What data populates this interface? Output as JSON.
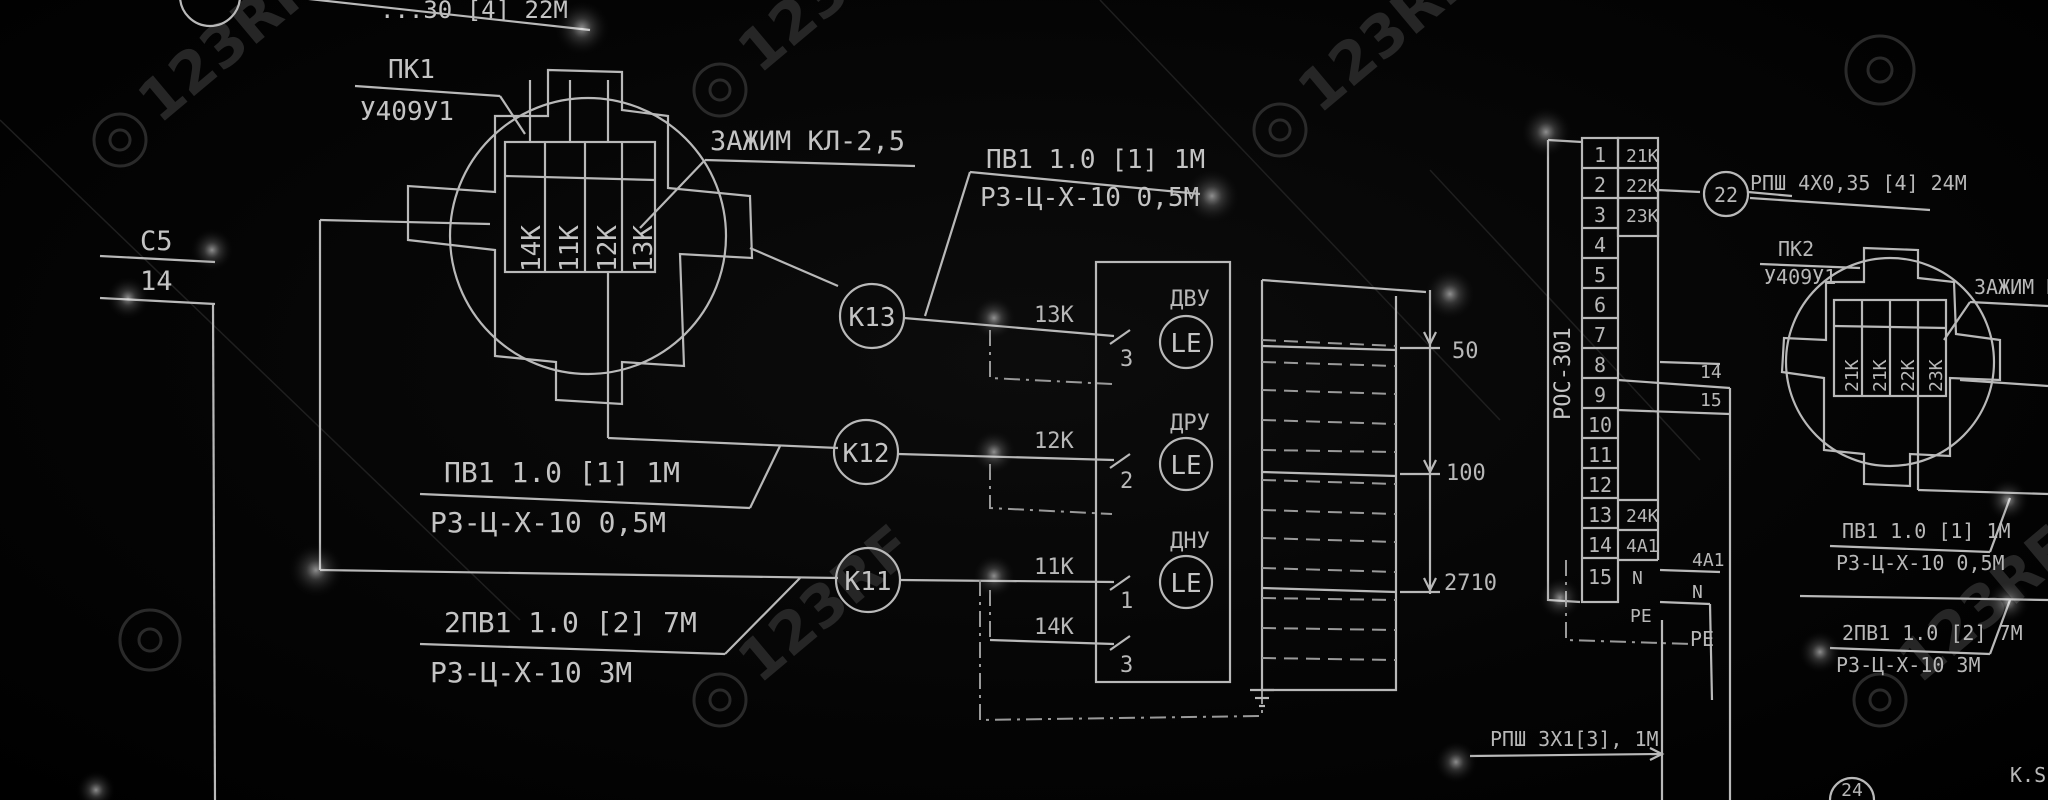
{
  "watermark": {
    "text": "123RF"
  },
  "left_block": {
    "top_cut": "...30 [4] 22M",
    "pk_label": "ПК1",
    "pk_model": "У409У1",
    "clamp_label": "ЗАЖИМ КЛ-2,5",
    "terminals": [
      "14K",
      "11K",
      "12K",
      "13K"
    ],
    "c5": "C5",
    "c14": "14",
    "cable1_line1": "ПВ1 1.0 [1] 1M",
    "cable1_line2": "РЗ-Ц-Х-10 0,5M",
    "cable2_line1": "2ПВ1 1.0 [2] 7M",
    "cable2_line2": "РЗ-Ц-Х-10 3M"
  },
  "mid_block": {
    "cable_top_line1": "ПВ1 1.0 [1] 1M",
    "cable_top_line2": "РЗ-Ц-Х-10 0,5M",
    "nodes": [
      "K13",
      "K12",
      "K11"
    ],
    "wires": [
      "13K",
      "12K",
      "11K",
      "14K"
    ],
    "sensors": [
      {
        "tag": "ДВУ",
        "symbol": "LE",
        "pin": "3"
      },
      {
        "tag": "ДРУ",
        "symbol": "LE",
        "pin": "2"
      },
      {
        "tag": "ДНУ",
        "symbol": "LE",
        "pin": "1"
      }
    ],
    "pin_bottom": "3",
    "levels": [
      "50",
      "100",
      "2710"
    ]
  },
  "right_block": {
    "panel_label": "РОС-301",
    "rows": [
      "1",
      "2",
      "3",
      "4",
      "5",
      "6",
      "7",
      "8",
      "9",
      "10",
      "11",
      "12",
      "13",
      "14",
      "15"
    ],
    "row_tags": {
      "r1": "21K",
      "r2": "22K",
      "r3": "23K",
      "r13": "24K",
      "r14": "4A1",
      "r15": "N"
    },
    "pe": "PE",
    "side_14": "14",
    "side_15": "15",
    "side_4a1": "4A1",
    "side_n": "N",
    "side_pe": "PE",
    "node_22": "22",
    "cable_rpsh": "РПШ 4X0,35 [4] 24M",
    "pk2_label": "ПК2",
    "pk2_model": "У409У1",
    "clamp2": "ЗАЖИМ К",
    "terminals2": [
      "21K",
      "21K",
      "22K",
      "23K"
    ],
    "cable3_line1": "ПВ1 1.0 [1] 1M",
    "cable3_line2": "РЗ-Ц-Х-10 0,5M",
    "cable4_line1": "2ПВ1 1.0 [2] 7M",
    "cable4_line2": "РЗ-Ц-Х-10 3M",
    "bottom_cable": "РПШ 3X1[3], 1M",
    "node_24": "24",
    "corner": "K.S"
  }
}
